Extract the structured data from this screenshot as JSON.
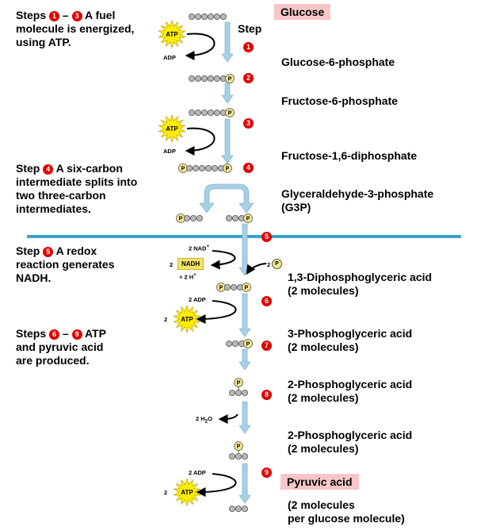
{
  "steps_text": {
    "s1_prefix": "Steps",
    "s1_dash": "–",
    "s1_body_1": "A fuel",
    "s1_body_2": "molecule is energized,",
    "s1_body_3": "using ATP.",
    "s4_prefix": "Step",
    "s4_body_1": "A six-carbon",
    "s4_body_2": "intermediate splits  into",
    "s4_body_3": "two three-carbon",
    "s4_body_4": "intermediates.",
    "s5_prefix": "Step",
    "s5_body_1": "A redox",
    "s5_body_2": "reaction generates",
    "s5_body_3": "NADH.",
    "s6_prefix": "Steps",
    "s6_dash": "–",
    "s6_body_1": "ATP",
    "s6_body_2": "and pyruvic acid",
    "s6_body_3": "are produced."
  },
  "step_word": "Step",
  "numbers": {
    "n1": "1",
    "n2": "2",
    "n3": "3",
    "n4": "4",
    "n5": "5",
    "n6": "6",
    "n7": "7",
    "n8": "8",
    "n9": "9"
  },
  "molecules": {
    "glucose": "Glucose",
    "g6p": "Glucose-6-phosphate",
    "f6p": "Fructose-6-phosphate",
    "f16dp": "Fructose-1,6-diphosphate",
    "g3p_1": "Glyceraldehyde-3-phosphate",
    "g3p_2": "(G3P)",
    "dpg_1": "1,3-Diphosphoglyceric acid",
    "dpg_2": "(2 molecules)",
    "pg3_1": "3-Phosphoglyceric acid",
    "pg3_2": "(2 molecules)",
    "pg2a_1": "2-Phosphoglyceric acid",
    "pg2a_2": "(2 molecules)",
    "pg2b_1": "2-Phosphoglyceric acid",
    "pg2b_2": "(2 molecules)",
    "pyruvic": "Pyruvic acid",
    "pyr_1": "(2 molecules",
    "pyr_2": "per glucose molecule)"
  },
  "cofactors": {
    "atp": "ATP",
    "adp": "ADP",
    "two_nad": "2 NAD",
    "nad_sup": "+",
    "two": "2",
    "nadh": "NADH",
    "plus_h": "+ 2 H",
    "h_sup": "+",
    "two_p": "2",
    "p": "P",
    "two_adp": "2 ADP",
    "two_h2o": "2 H",
    "h2o_sub": "2",
    "h2o_o": "O"
  },
  "colors": {
    "arrow": "#a8d0e4",
    "divider": "#3aa3c8",
    "highlight": "#f7c6c6",
    "step_circle": "#e00000",
    "atp_burst": "#ffee00",
    "phosphate": "#f2e88a",
    "atom": "#b8b8b8"
  }
}
